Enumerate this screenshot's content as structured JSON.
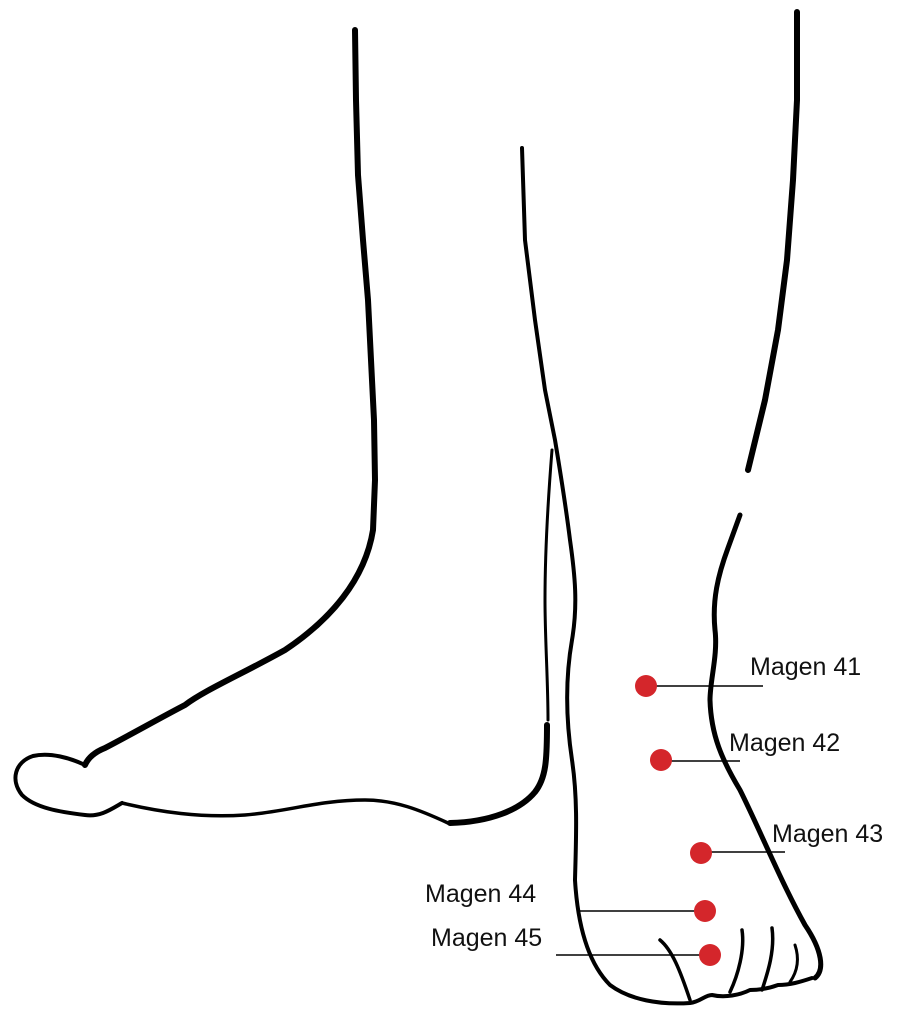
{
  "diagram": {
    "accent_color": "#d4262b",
    "points": [
      {
        "id": "st41",
        "label": "Magen 41"
      },
      {
        "id": "st42",
        "label": "Magen 42"
      },
      {
        "id": "st43",
        "label": "Magen 43"
      },
      {
        "id": "st44",
        "label": "Magen 44"
      },
      {
        "id": "st45",
        "label": "Magen 45"
      }
    ]
  }
}
